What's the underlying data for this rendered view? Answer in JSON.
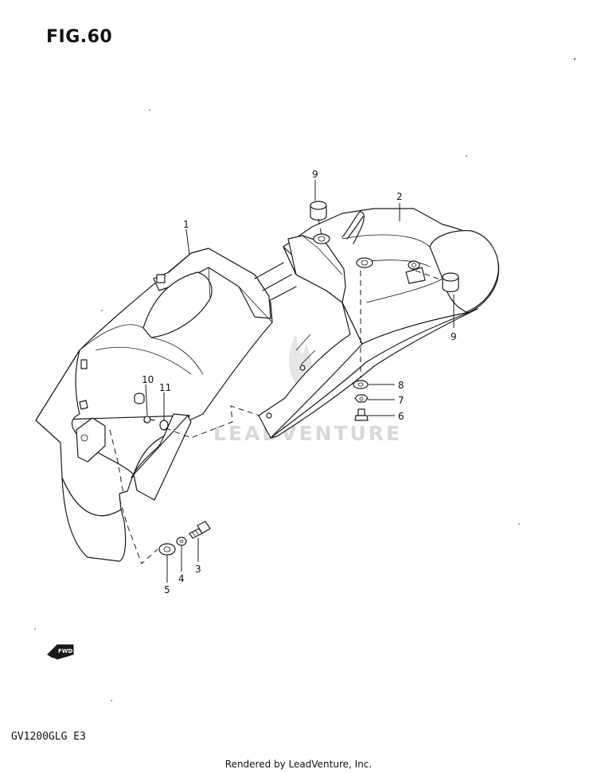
{
  "figure_title": "FIG.60",
  "model_code": "GV1200GLG  E3",
  "footer_text": "Rendered by LeadVenture, Inc.",
  "watermark_text": "LEADVENTURE",
  "fwd_label": "FWD",
  "callouts": [
    "1",
    "2",
    "3",
    "4",
    "5",
    "6",
    "7",
    "8",
    "9",
    "9",
    "10",
    "11"
  ]
}
